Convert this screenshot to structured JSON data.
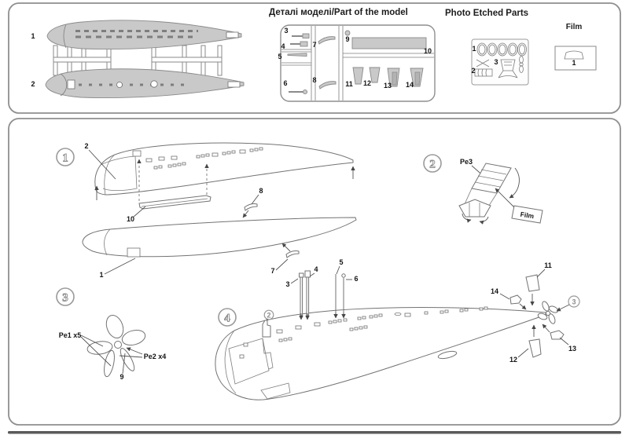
{
  "titles": {
    "parts": "Деталі моделі/Part of the model",
    "pe": "Photo Etched Parts",
    "film": "Film"
  },
  "colors": {
    "part_fill": "#c9c9c9",
    "outline": "#777777",
    "panel_border": "#8f8f8f"
  },
  "hull_sprue": {
    "p1": "1",
    "p2": "2"
  },
  "parts_sprue": {
    "p3": "3",
    "p4": "4",
    "p5": "5",
    "p6": "6",
    "p7": "7",
    "p8": "8",
    "p9": "9",
    "p10": "10",
    "p11": "11",
    "p12": "12",
    "p13": "13",
    "p14": "14"
  },
  "pe_fret": {
    "l1": "1",
    "l2": "2",
    "l3": "3"
  },
  "film_box": {
    "l1": "1"
  },
  "steps": {
    "s1": {
      "badge": "1",
      "l1": "1",
      "l2": "2",
      "l7": "7",
      "l8": "8",
      "l10": "10"
    },
    "s2": {
      "badge": "2",
      "pe3": "Pe3",
      "film": "Film"
    },
    "s3": {
      "badge": "3",
      "pe1": "Pe1 x5",
      "pe2": "Pe2 x4",
      "l9": "9"
    },
    "s4": {
      "badge": "4",
      "l2": "2",
      "l3": "3",
      "l4": "4",
      "l5": "5",
      "l6": "6",
      "l11": "11",
      "l12": "12",
      "l13": "13",
      "l14": "14",
      "l3prop": "3"
    }
  }
}
